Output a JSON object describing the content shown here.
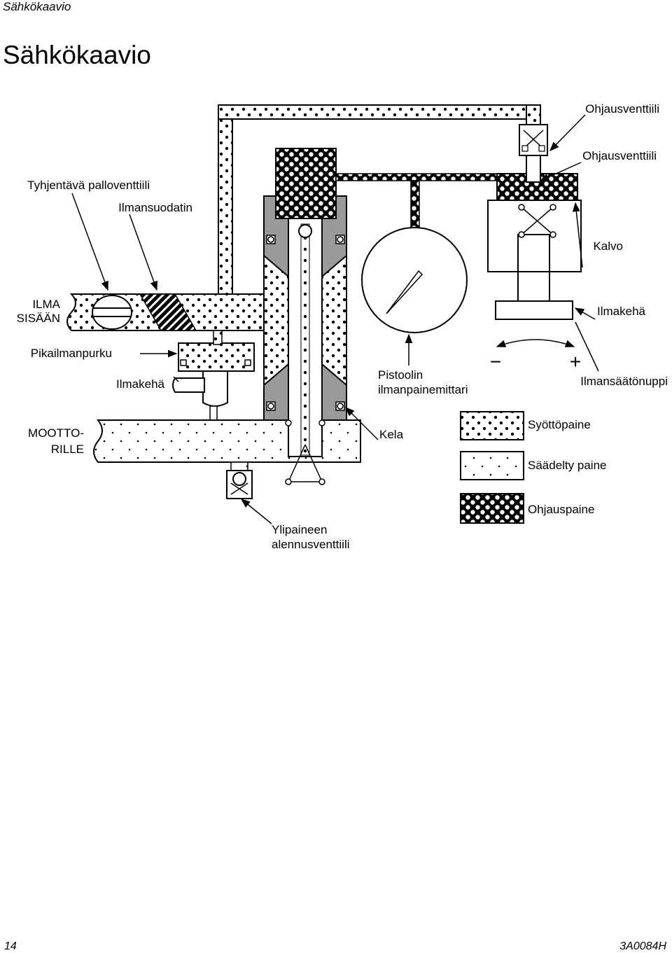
{
  "header": {
    "running_title": "Sähkökaavio",
    "title": "Sähkökaavio"
  },
  "footer": {
    "page_number": "14",
    "doc_code": "3A0084H"
  },
  "labels": {
    "ohjausventtiili_top": "Ohjausventtiili",
    "ohjausventtiili_second": "Ohjausventtiili",
    "tyhjentava": "Tyhjentävä palloventtiili",
    "ilmansuodatin": "Ilmansuodatin",
    "kalvo": "Kalvo",
    "ilma": "ILMA",
    "sisaan": "SISÄÄN",
    "ilmakeha_right": "Ilmakehä",
    "pikailmanpurku": "Pikailmanpurku",
    "ilmakeha_left": "Ilmakehä",
    "pistoolin": "Pistoolin",
    "ilmanpainemittari": "ilmanpainemittari",
    "minus": "−",
    "plus": "+",
    "ilmansaatonuppi": "Ilmansäätönuppi",
    "mootto": "MOOTTO-",
    "rille": "RILLE",
    "kela": "Kela",
    "ylipaineen": "Ylipaineen",
    "alennusventtiili": "alennusventtiili"
  },
  "legend": {
    "syottopaine": "Syöttöpaine",
    "saadelty": "Säädelty paine",
    "ohjauspaine": "Ohjauspaine"
  }
}
